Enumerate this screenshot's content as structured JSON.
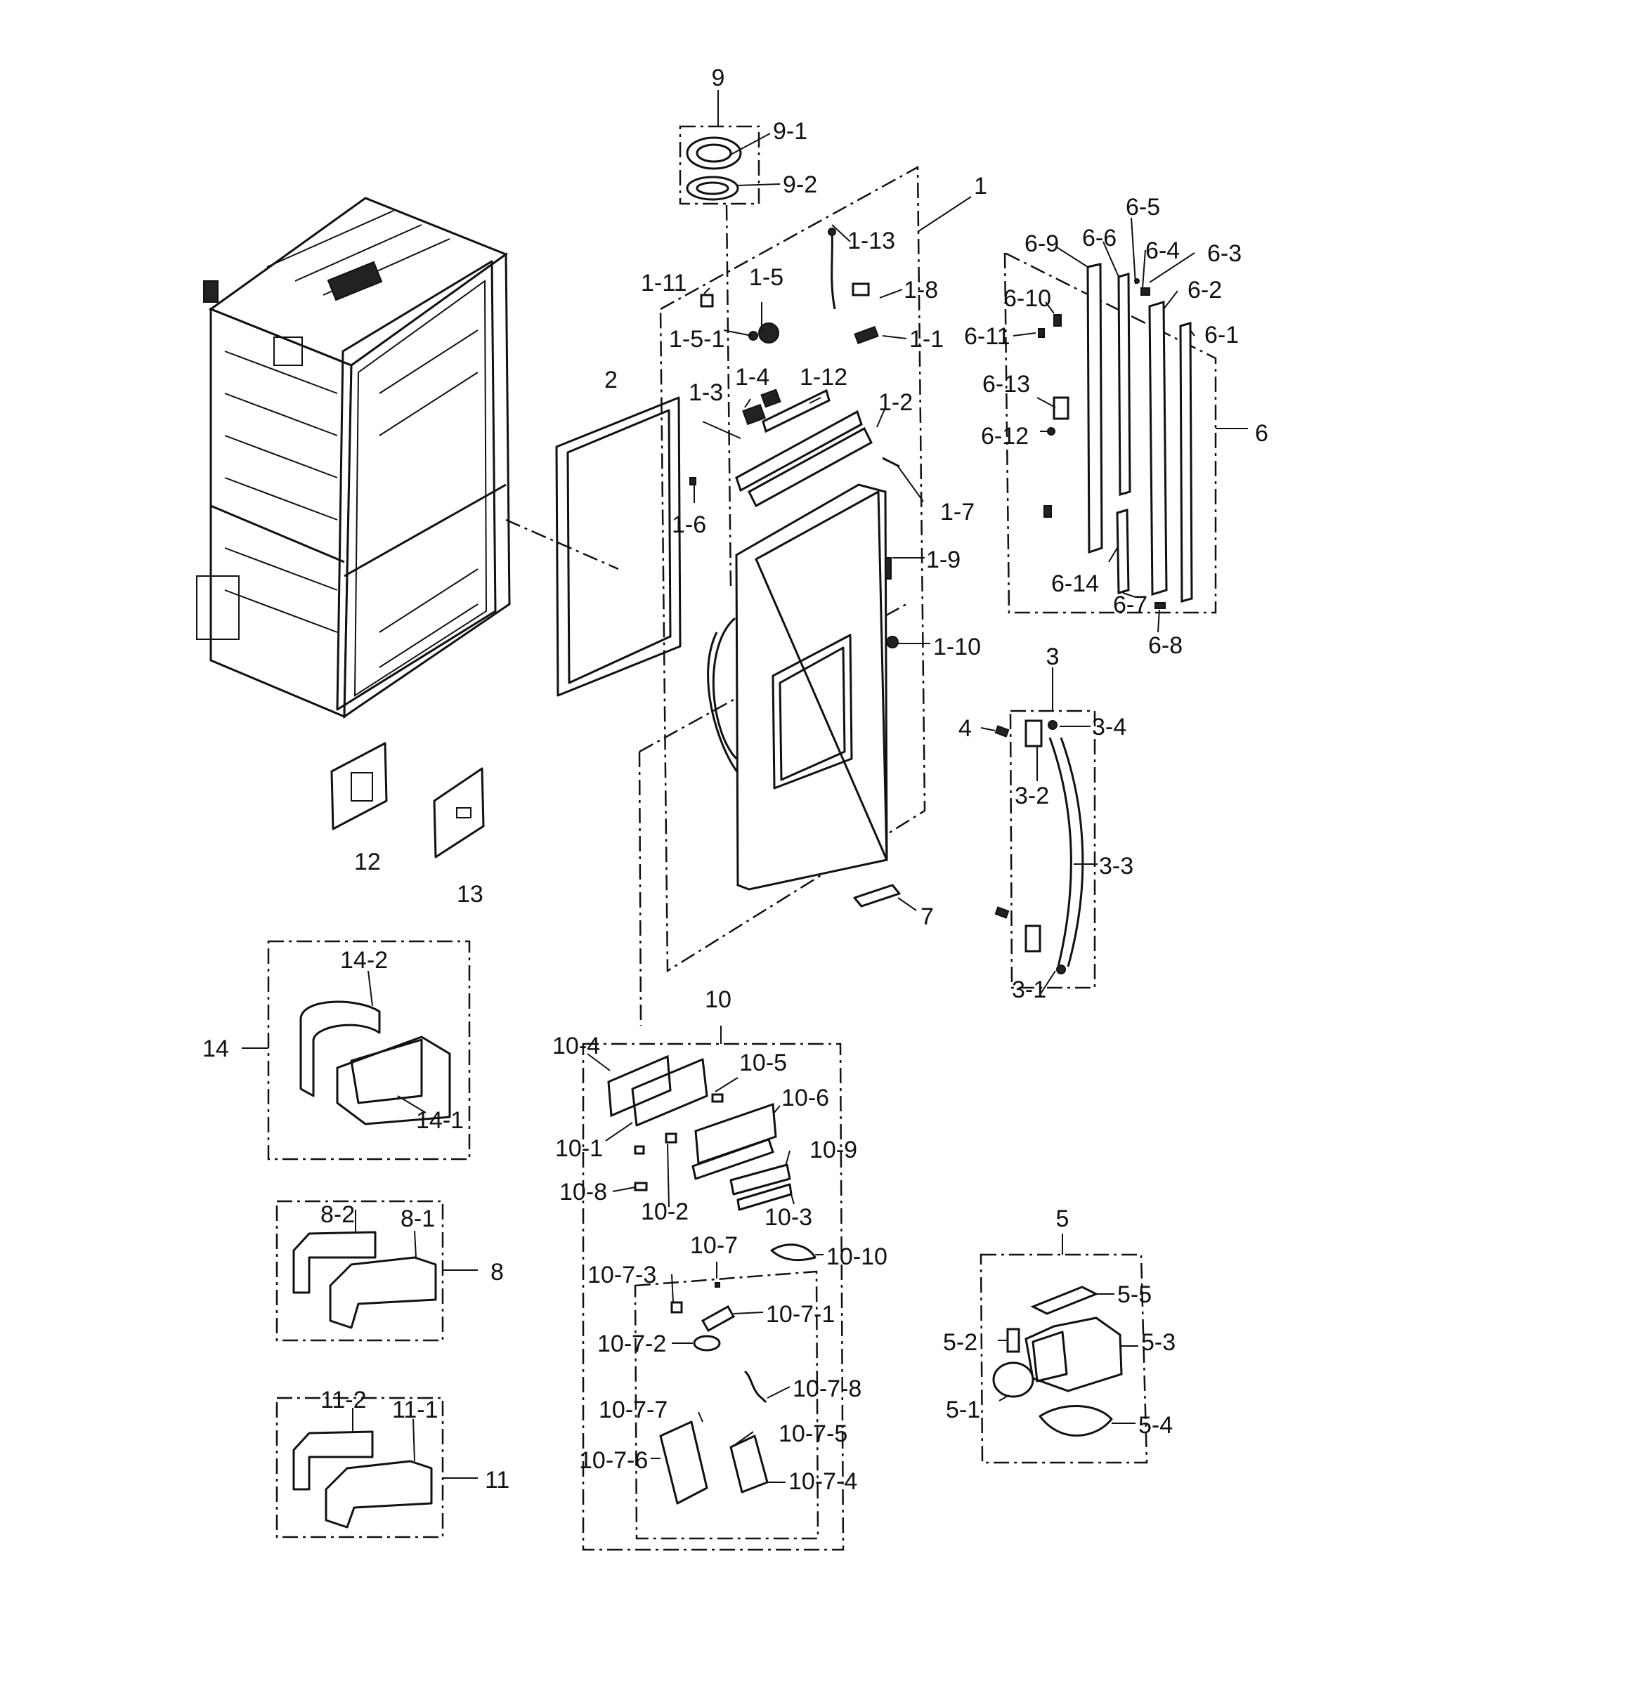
{
  "labels": {
    "l9": "9",
    "l9_1": "9-1",
    "l9_2": "9-2",
    "l1": "1",
    "l1_1": "1-1",
    "l1_2": "1-2",
    "l1_3": "1-3",
    "l1_4": "1-4",
    "l1_5": "1-5",
    "l1_5_1": "1-5-1",
    "l1_6": "1-6",
    "l1_7": "1-7",
    "l1_8": "1-8",
    "l1_9": "1-9",
    "l1_10": "1-10",
    "l1_11": "1-11",
    "l1_12": "1-12",
    "l1_13": "1-13",
    "l2": "2",
    "l3": "3",
    "l3_1": "3-1",
    "l3_2": "3-2",
    "l3_3": "3-3",
    "l3_4": "3-4",
    "l4": "4",
    "l5": "5",
    "l5_1": "5-1",
    "l5_2": "5-2",
    "l5_3": "5-3",
    "l5_4": "5-4",
    "l5_5": "5-5",
    "l6": "6",
    "l6_1": "6-1",
    "l6_2": "6-2",
    "l6_3": "6-3",
    "l6_4": "6-4",
    "l6_5": "6-5",
    "l6_6": "6-6",
    "l6_7": "6-7",
    "l6_8": "6-8",
    "l6_9": "6-9",
    "l6_10": "6-10",
    "l6_11": "6-11",
    "l6_12": "6-12",
    "l6_13": "6-13",
    "l6_14": "6-14",
    "l7": "7",
    "l8": "8",
    "l8_1": "8-1",
    "l8_2": "8-2",
    "l10": "10",
    "l10_1": "10-1",
    "l10_2": "10-2",
    "l10_3": "10-3",
    "l10_4": "10-4",
    "l10_5": "10-5",
    "l10_6": "10-6",
    "l10_7": "10-7",
    "l10_7_1": "10-7-1",
    "l10_7_2": "10-7-2",
    "l10_7_3": "10-7-3",
    "l10_7_4": "10-7-4",
    "l10_7_5": "10-7-5",
    "l10_7_6": "10-7-6",
    "l10_7_7": "10-7-7",
    "l10_7_8": "10-7-8",
    "l10_8": "10-8",
    "l10_9": "10-9",
    "l10_10": "10-10",
    "l11": "11",
    "l11_1": "11-1",
    "l11_2": "11-2",
    "l12": "12",
    "l13": "13",
    "l14": "14",
    "l14_1": "14-1",
    "l14_2": "14-2"
  }
}
